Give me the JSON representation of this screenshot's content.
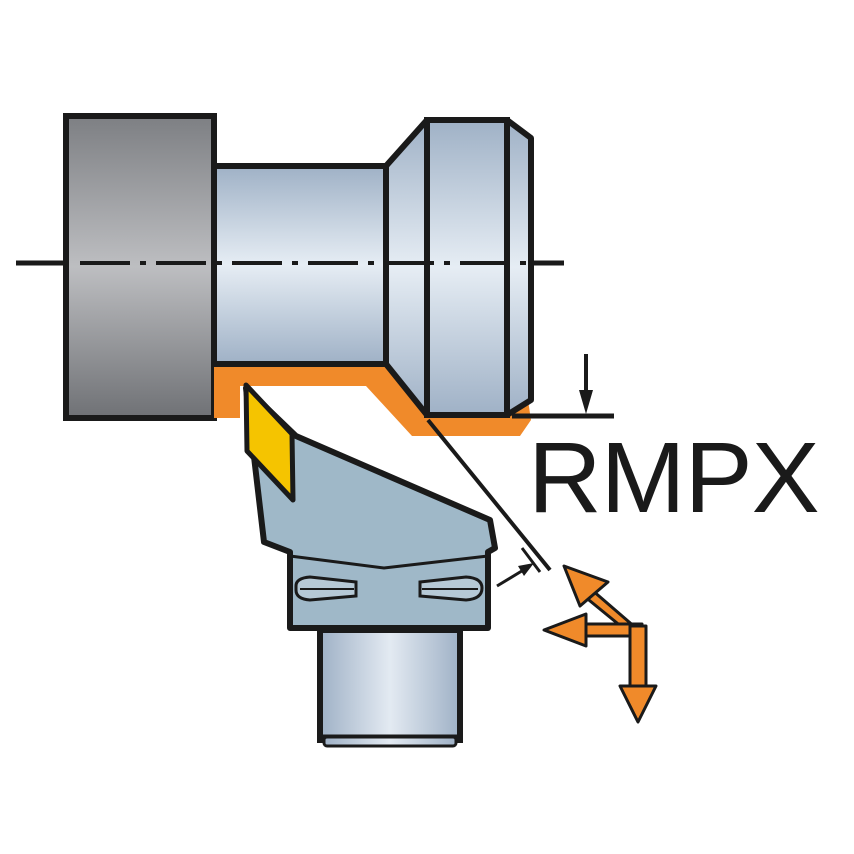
{
  "diagram": {
    "type": "turning-tool-application",
    "label": "RMPX",
    "colors": {
      "outline": "#1a1a1a",
      "machined_profile": "#f08a2a",
      "insert": "#f5c400",
      "chuck": "#8d8f93",
      "workpiece": "#b8c5d6",
      "tool_holder": "#9fb8c8",
      "shank": "#b6c6d8",
      "feed_arrows": "#f08a2a",
      "background": "#ffffff"
    },
    "components": [
      {
        "name": "chuck",
        "description": "Gray clamping chuck on left"
      },
      {
        "name": "workpiece",
        "description": "Stepped cylindrical workpiece with chamfered flange"
      },
      {
        "name": "centerline",
        "description": "Dash-dot axis of rotation"
      },
      {
        "name": "machined-profile",
        "description": "Orange profile of machined surface"
      },
      {
        "name": "insert",
        "description": "Yellow rhombic cutting insert"
      },
      {
        "name": "tool-holder",
        "description": "Blue-gray tool head with clamp screws"
      },
      {
        "name": "shank",
        "description": "Cylindrical coupling shank"
      },
      {
        "name": "ramping-angle-dimension",
        "description": "Angle dimension between tool edge and ramping line"
      },
      {
        "name": "depth-dimension",
        "description": "Depth arrow at shoulder"
      },
      {
        "name": "feed-directions",
        "description": "Orange arrows: diagonal ramping, radial in, axial feed"
      }
    ],
    "feed_directions": [
      "diagonal-up-left",
      "left",
      "down"
    ]
  }
}
